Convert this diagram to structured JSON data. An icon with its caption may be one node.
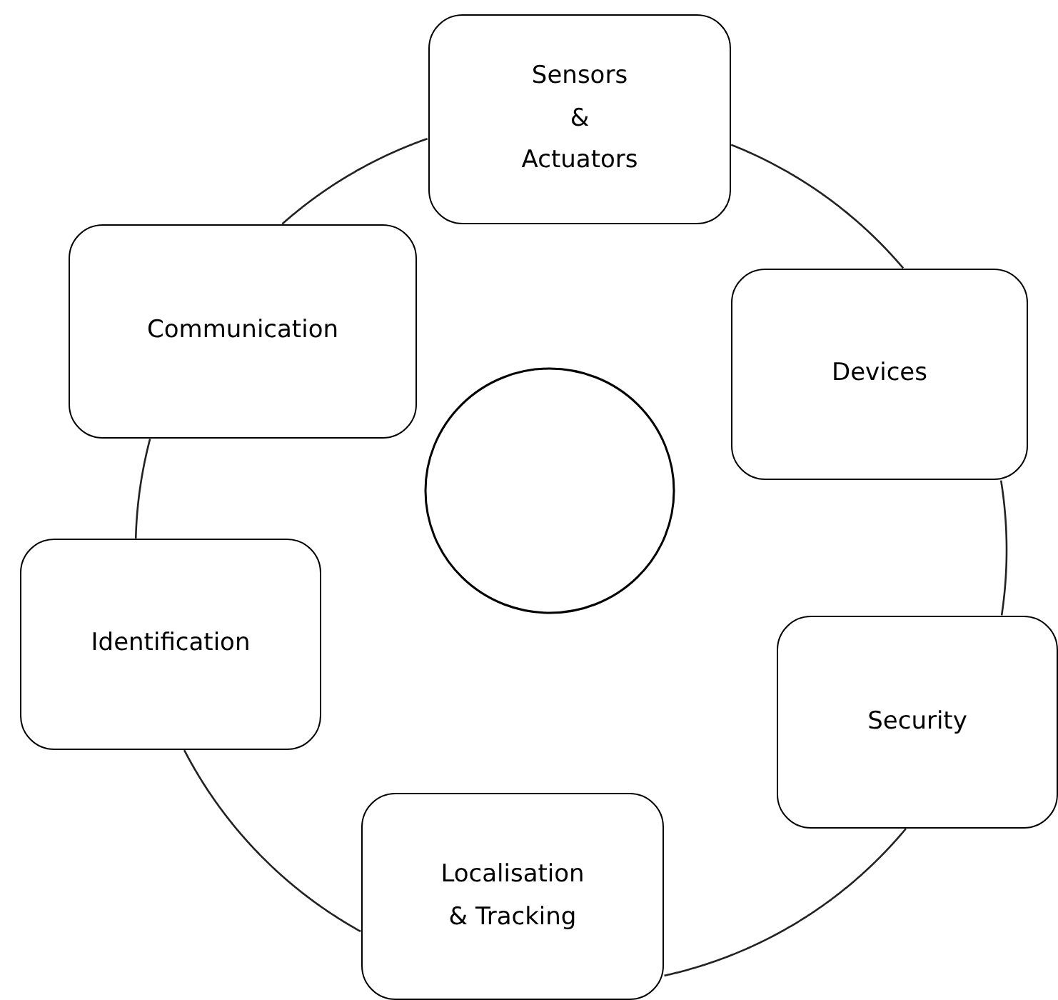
{
  "diagram": {
    "nodes": [
      {
        "text": [
          "Sensors & Actuators"
        ]
      },
      {
        "text": [
          "Communication"
        ]
      },
      {
        "text": [
          "Devices"
        ]
      },
      {
        "text": [],
        "shape": "circle"
      },
      {
        "text": [
          "Identification"
        ]
      },
      {
        "text": [
          "Security"
        ]
      },
      {
        "text": [
          "Localisation & Tracking"
        ]
      }
    ],
    "edges": [
      {
        "from": 0,
        "to": 2,
        "arrow": "none"
      },
      {
        "from": 2,
        "to": 5,
        "arrow": "none"
      },
      {
        "from": 5,
        "to": 6,
        "arrow": "none"
      },
      {
        "from": 6,
        "to": 4,
        "arrow": "none"
      },
      {
        "from": 4,
        "to": 1,
        "arrow": "none"
      },
      {
        "from": 1,
        "to": 0,
        "arrow": "none"
      }
    ]
  }
}
